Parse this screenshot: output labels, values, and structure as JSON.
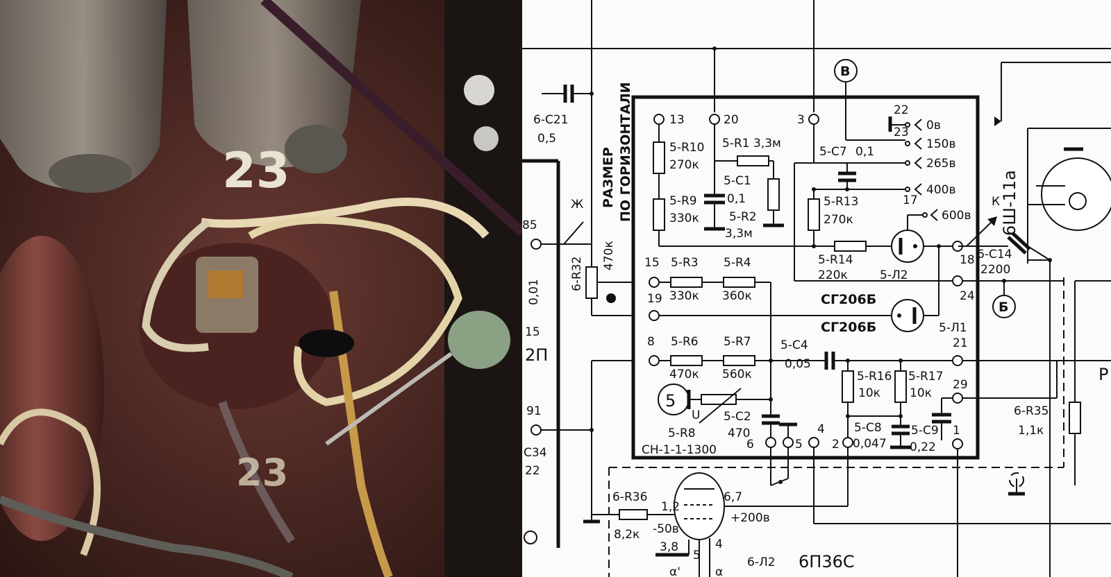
{
  "photo": {
    "stamp_main": "23",
    "stamp_lower": "23"
  },
  "schematic": {
    "module": {
      "number": "5",
      "part_code": "СН-1-1-1300"
    },
    "vertical_label": {
      "line1": "РАЗМЕР",
      "line2": "ПО ГОРИЗОНТАЛИ"
    },
    "pins": {
      "p13": "13",
      "p20": "20",
      "p3": "3",
      "p15": "15",
      "p19": "19",
      "p8": "8",
      "p18": "18",
      "p24": "24",
      "p21": "21",
      "p29": "29",
      "p6": "6",
      "p5": "5",
      "p4": "4",
      "p2": "2",
      "p1": "1",
      "p17": "17",
      "p22": "22",
      "p23": "23"
    },
    "taps": {
      "t0": "0в",
      "t150": "150в",
      "t265": "265в",
      "t400": "400в",
      "t600": "600в"
    },
    "components": {
      "r10": "5-R10",
      "r10v": "270к",
      "r9": "5-R9",
      "r9v": "330к",
      "r1": "5-R1 3,3м",
      "c1": "5-C1",
      "c1v": "0,1",
      "r2": "5-R2",
      "r2v": "3,3м",
      "c7": "5-C7",
      "c7v": "0,1",
      "r13": "5-R13",
      "r13v": "270к",
      "r14": "5-R14",
      "r14v": "220к",
      "l2": "5-Л2",
      "r3": "5-R3",
      "r3v": "330к",
      "r4": "5-R4",
      "r4v": "360к",
      "tube1": "СГ206Б",
      "tube2": "СГ206Б",
      "l1": "5-Л1",
      "r6": "5-R6",
      "r6v": "470к",
      "r7": "5-R7",
      "r7v": "560к",
      "c4": "5-C4",
      "c4v": "0,05",
      "r16": "5-R16",
      "r16v": "10к",
      "r17": "5-R17",
      "r17v": "10к",
      "c2": "5-C2",
      "c2v": "470",
      "r8": "5-R8",
      "r8u": "U",
      "c8": "5-C8",
      "c8v": "0,047",
      "c9": "5-C9",
      "c9v": "0,22",
      "c21": "6-C21",
      "c21v": "0,5",
      "r32": "6-R32",
      "r32v": "470к",
      "p85": "85",
      "p91": "91",
      "c14": "6-C14",
      "c14v": "2200",
      "sh": "6Ш-11а",
      "r35": "6-R35",
      "r35v": "1,1к",
      "r36": "6-R36",
      "r36v": "8,2к",
      "pins12": "1,2",
      "pins67": "6,7",
      "pins38": "3,8",
      "pin5": "5",
      "pin4": "4",
      "minus50": "-50в",
      "plus200": "+200в",
      "l2tube": "6-Л2",
      "tube_type": "6П36С",
      "alpha1": "α'",
      "alpha2": "α",
      "left_frag1": "0,01",
      "left_frag2": "15",
      "left_frag3": "2П",
      "left_frag4": "С34",
      "left_frag5": "22",
      "node_v": "В",
      "node_b": "Б",
      "node_k": "К",
      "node_zh": "Ж",
      "right_frag": "Р"
    }
  }
}
